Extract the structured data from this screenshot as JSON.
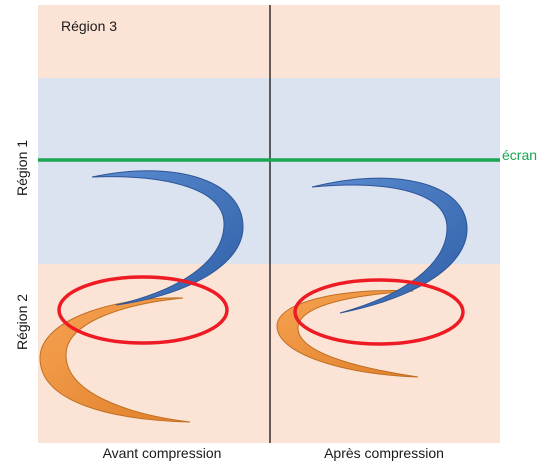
{
  "regions": {
    "region3": "Région 3",
    "region1": "Région 1",
    "region2": "Région 2"
  },
  "screen": {
    "label": "écran"
  },
  "panels": {
    "left": "Avant compression",
    "right": "Après compression"
  },
  "colors": {
    "peach": "#fbe4d5",
    "lightblue": "#dbe3f1",
    "screen_line": "#1aa551",
    "blue_shape": "#4572b8",
    "blue_shape_edge": "#2e5597",
    "orange_shape": "#f59a44",
    "orange_shape_edge": "#c06f24",
    "ellipse": "#ee1b24",
    "divider": "#000000"
  }
}
